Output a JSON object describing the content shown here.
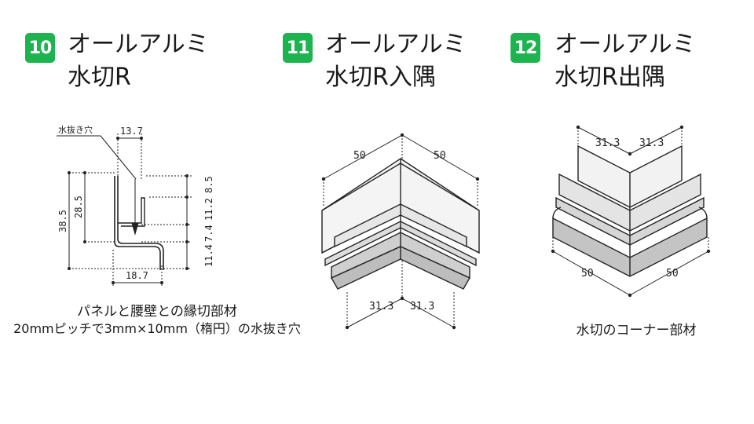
{
  "accent": "#1db34f",
  "items": [
    {
      "number": "10",
      "title_line1": "オールアルミ",
      "title_line2": "水切R",
      "diagram_labels": {
        "note": "水抜き穴",
        "dim_top": "13.7",
        "dim_outer_height": "38.5",
        "dim_inner_height": "28.5",
        "dim_r1": "8.5",
        "dim_r2": "11.2",
        "dim_r3": "7.4",
        "dim_r4": "11.4",
        "dim_bottom": "18.7"
      },
      "caption_line1": "パネルと腰壁との縁切部材",
      "caption_line2": "20mmピッチで3mm×10mm（楕円）の水抜き穴"
    },
    {
      "number": "11",
      "title_line1": "オールアルミ",
      "title_line2": "水切R入隅",
      "diagram_labels": {
        "top_left": "50",
        "top_right": "50",
        "bottom_left": "31.3",
        "bottom_right": "31.3"
      }
    },
    {
      "number": "12",
      "title_line1": "オールアルミ",
      "title_line2": "水切R出隅",
      "diagram_labels": {
        "top_left": "31.3",
        "top_right": "31.3",
        "bottom_left": "50",
        "bottom_right": "50"
      },
      "caption_line1": "水切のコーナー部材"
    }
  ]
}
